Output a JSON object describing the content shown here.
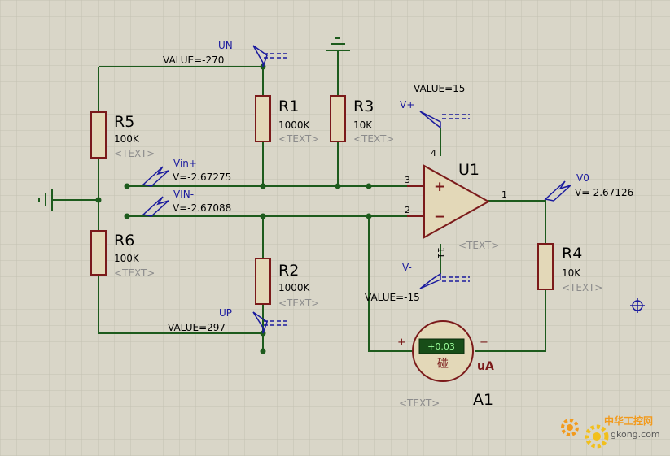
{
  "components": {
    "r1": {
      "ref": "R1",
      "value": "1000K",
      "text": "<TEXT>"
    },
    "r2": {
      "ref": "R2",
      "value": "1000K",
      "text": "<TEXT>"
    },
    "r3": {
      "ref": "R3",
      "value": "10K",
      "text": "<TEXT>"
    },
    "r4": {
      "ref": "R4",
      "value": "10K",
      "text": "<TEXT>"
    },
    "r5": {
      "ref": "R5",
      "value": "100K",
      "text": "<TEXT>"
    },
    "r6": {
      "ref": "R6",
      "value": "100K",
      "text": "<TEXT>"
    },
    "u1": {
      "ref": "U1",
      "text": "<TEXT>",
      "pins": {
        "p3": "3",
        "p2": "2",
        "p1": "1",
        "p4": "4",
        "p11": "11"
      },
      "plus": "+",
      "minus": "−"
    },
    "a1": {
      "ref": "A1",
      "reading": "+0.03",
      "unit": "uA",
      "glyph": "碰",
      "text": "<TEXT>",
      "plus": "+",
      "minus": "−"
    }
  },
  "terminals": {
    "un": {
      "name": "UN",
      "value": "VALUE=-270"
    },
    "up": {
      "name": "UP",
      "value": "VALUE=297"
    },
    "vplus": {
      "name": "V+",
      "value": "VALUE=15"
    },
    "vminus": {
      "name": "V-",
      "value": "VALUE=-15"
    }
  },
  "probes": {
    "vin_plus": {
      "name": "Vin+",
      "value": "V=-2.67275"
    },
    "vin_minus": {
      "name": "VIN-",
      "value": "V=-2.67088"
    },
    "vo": {
      "name": "V0",
      "value": "V=-2.67126"
    }
  },
  "watermark": {
    "text": "中华工控网",
    "url": "gkong.com"
  },
  "colors": {
    "background": "#d9d6c8",
    "grid": "#c4c1b2",
    "wire": "#1d5b1d",
    "component": "#7b1a1a",
    "body": "#e3d8b8",
    "probe": "#1a1a9e",
    "meter_display": "#184d18"
  }
}
